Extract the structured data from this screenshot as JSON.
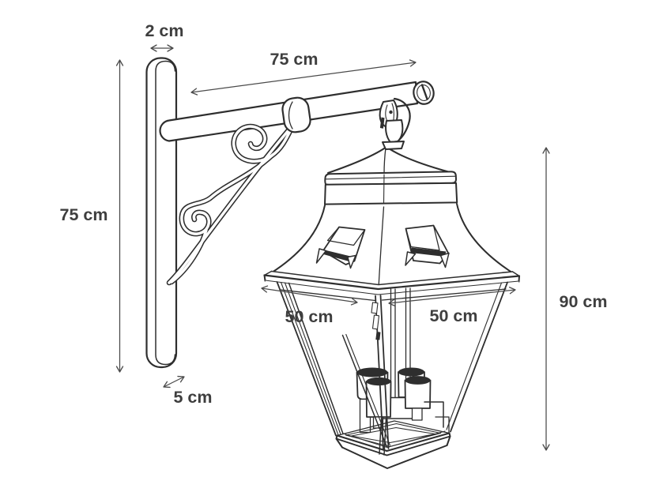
{
  "diagram": {
    "subject": "Wall-mounted scroll bracket with hanging four-light lantern, dimensioned technical line drawing",
    "colors": {
      "ink": "#2e2e2e",
      "dimension_lines": "#4a4a4a",
      "labels": "#3e3e3e",
      "background": "#ffffff"
    },
    "dimensions": {
      "post_width": "2 cm",
      "arm_length": "75 cm",
      "post_height": "75 cm",
      "post_depth": "5 cm",
      "lantern_width_left": "50 cm",
      "lantern_width_right": "50 cm",
      "lantern_height": "90 cm"
    }
  }
}
